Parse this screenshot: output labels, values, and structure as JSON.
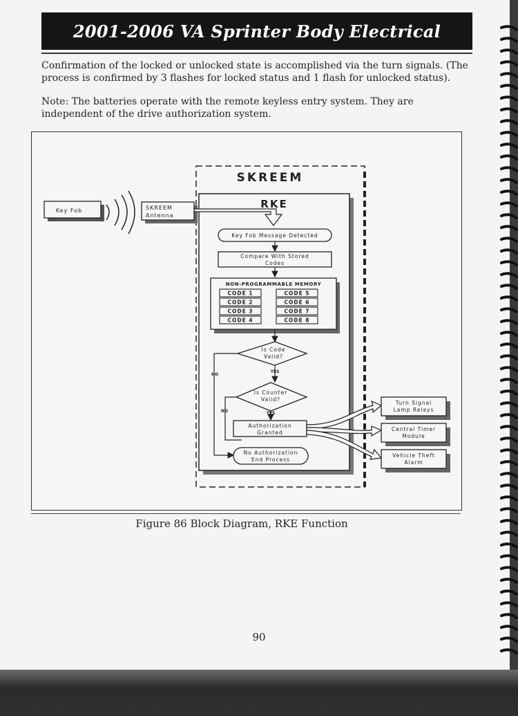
{
  "header": {
    "title": "2001-2006 VA Sprinter Body Electrical"
  },
  "body": {
    "paragraph1": "Confirmation of the locked or unlocked state is accomplished via the turn signals. (The process is confirmed by 3 flashes for locked status and 1 flash for unlocked status).",
    "paragraph2": "Note: The batteries operate with the remote keyless entry system. They are independent of the drive authorization system."
  },
  "diagram": {
    "skreem_label": "SKREEM",
    "rke_label": "RKE",
    "key_fob": "Key Fob",
    "antenna_line1": "SKREEM",
    "antenna_line2": "Antenna",
    "message_detected": "Key Fob Message Detected",
    "compare_line1": "Compare With Stored",
    "compare_line2": "Codes",
    "memory_title": "NON-PROGRAMMABLE MEMORY",
    "codes": [
      "CODE 1",
      "CODE 2",
      "CODE 3",
      "CODE 4",
      "CODE 5",
      "CODE 6",
      "CODE 7",
      "CODE 8"
    ],
    "code_valid_line1": "Is Code",
    "code_valid_line2": "Valid?",
    "counter_valid_line1": "Is Counter",
    "counter_valid_line2": "Valid?",
    "yes1": "YES",
    "yes2": "YES",
    "no1": "NO",
    "no2": "NO",
    "auth_line1": "Authorization",
    "auth_line2": "Granted",
    "noauth_line1": "No Authorization",
    "noauth_line2": "End Process",
    "turn_line1": "Turn Signal",
    "turn_line2": "Lamp Relays",
    "ctm_line1": "Central Timer",
    "ctm_line2": "Module",
    "vta_line1": "Vehicle Theft",
    "vta_line2": "Alarm"
  },
  "caption": "Figure 86  Block Diagram, RKE Function",
  "page_number": "90"
}
